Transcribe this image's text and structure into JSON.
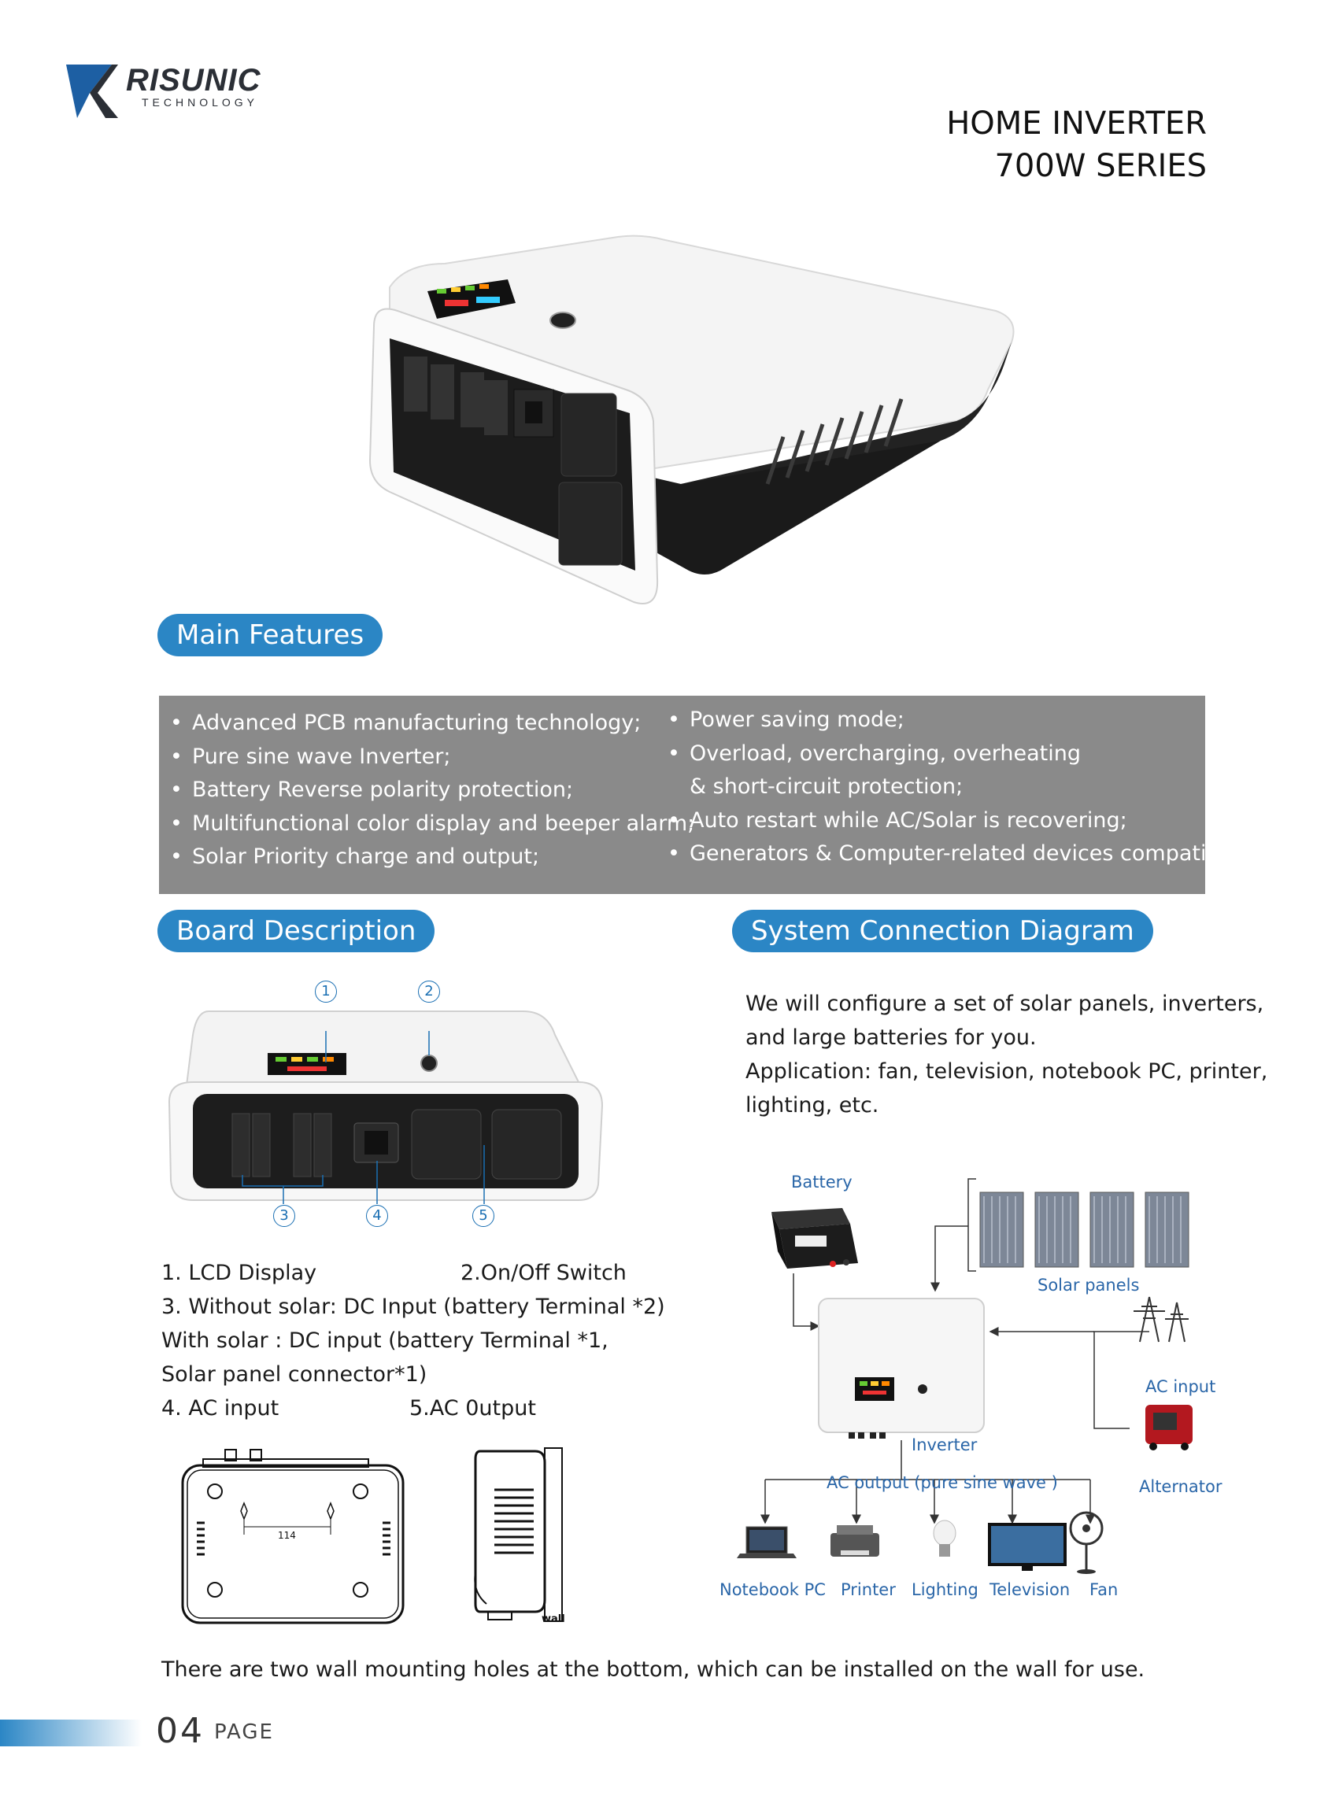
{
  "brand": {
    "name": "RISUNIC",
    "sub": "TECHNOLOGY"
  },
  "title": {
    "line1": "HOME INVERTER",
    "line2": "700W SERIES"
  },
  "sections": {
    "features": "Main Features",
    "board": "Board Description",
    "system": "System Connection Diagram"
  },
  "features_left": [
    "Advanced PCB manufacturing technology;",
    "Pure sine wave Inverter;",
    "Battery Reverse polarity protection;",
    "Multifunctional color display and beeper alarm;",
    "Solar Priority charge and output;"
  ],
  "features_right": [
    "Power saving mode;",
    "Overload, overcharging, overheating",
    "& short-circuit protection;",
    "Auto restart while AC/Solar is recovering;",
    "Generators & Computer-related devices compatible;"
  ],
  "callouts": [
    "1",
    "2",
    "3",
    "4",
    "5"
  ],
  "board_desc": {
    "l1a": "1. LCD Display",
    "l1b": "2.On/Off Switch",
    "l2": "3. Without solar: DC Input (battery Terminal *2)",
    "l3": "With solar : DC input (battery Terminal *1,",
    "l4": "Solar panel connector*1)",
    "l5a": "4. AC input",
    "l5b": "5.AC 0utput"
  },
  "drawing": {
    "dimension": "114",
    "wall": "wall"
  },
  "system_intro": [
    "We will configure a set of solar panels, inverters,",
    "and large batteries for you.",
    "Application: fan, television, notebook PC, printer,",
    "lighting, etc."
  ],
  "diagram": {
    "battery": "Battery",
    "solar": "Solar panels",
    "ac_input": "AC input",
    "inverter": "Inverter",
    "alternator": "Alternator",
    "ac_output": "AC output (pure sine wave )",
    "loads": [
      "Notebook PC",
      "Printer",
      "Lighting",
      "Television",
      "Fan"
    ]
  },
  "note": "There are two wall mounting holes at the bottom, which can be installed on the wall for use.",
  "footer": {
    "number": "04",
    "word": "PAGE"
  },
  "colors": {
    "accent": "#2b86c5",
    "features_bg": "#8a8a8a",
    "diagram_text": "#2a66a8"
  }
}
